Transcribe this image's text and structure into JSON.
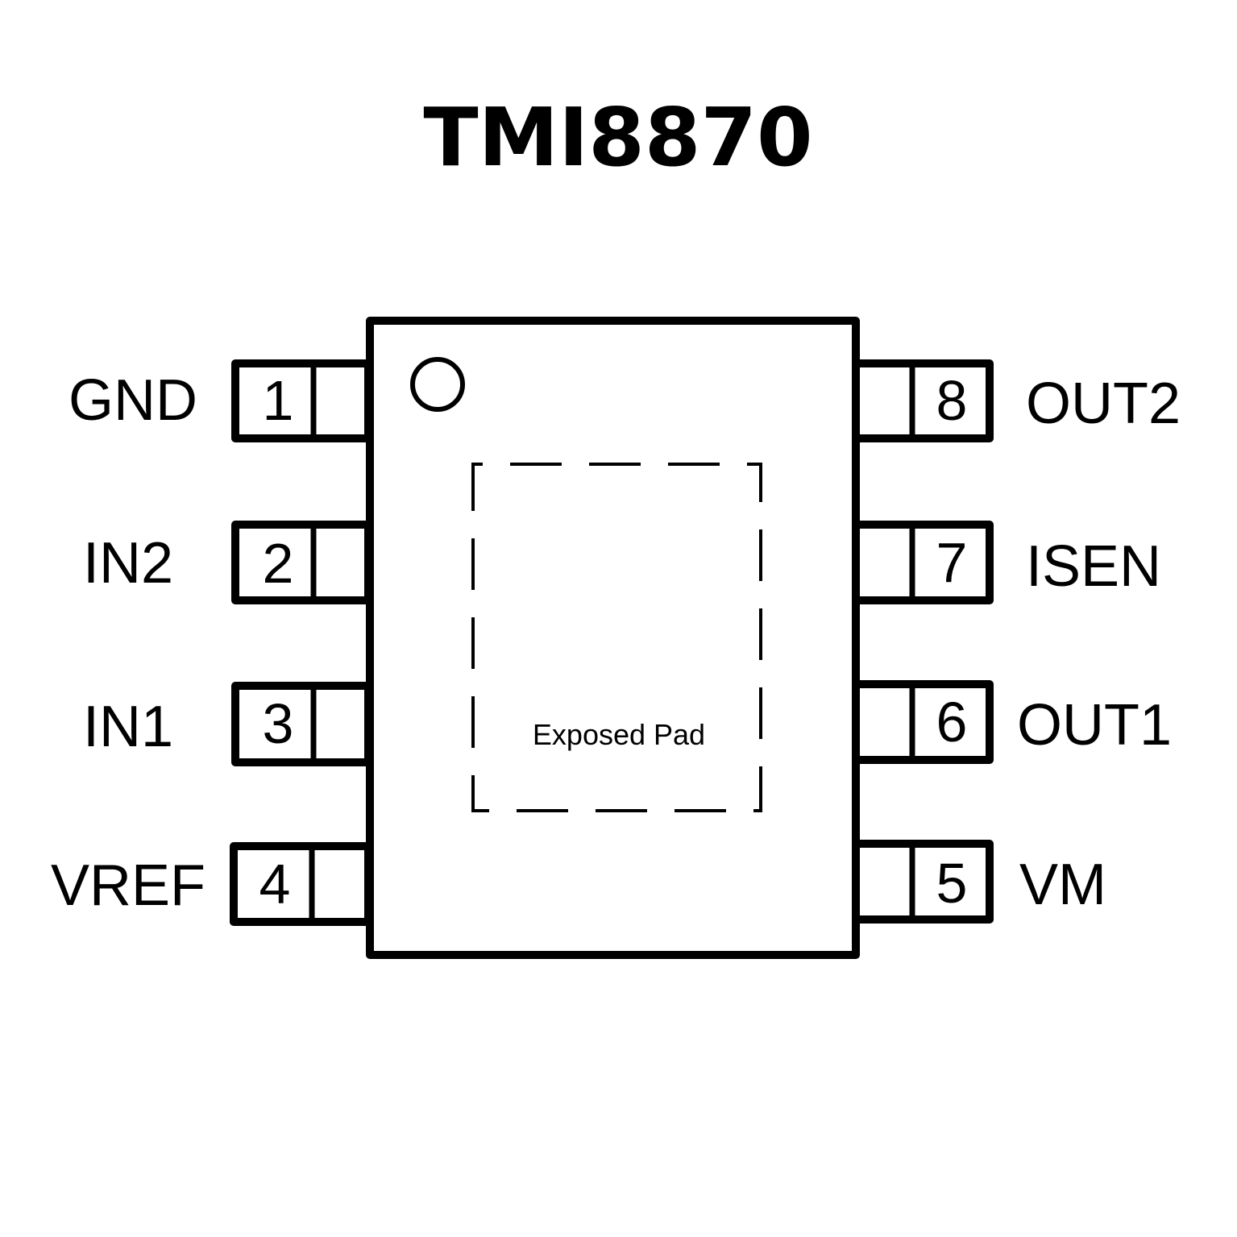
{
  "title": "TMI8870",
  "package": {
    "pin1_marker": "circle",
    "exposed_pad_label": "Exposed Pad"
  },
  "pins_left": [
    {
      "number": "1",
      "name": "GND"
    },
    {
      "number": "2",
      "name": "IN2"
    },
    {
      "number": "3",
      "name": "IN1"
    },
    {
      "number": "4",
      "name": "VREF"
    }
  ],
  "pins_right": [
    {
      "number": "8",
      "name": "OUT2"
    },
    {
      "number": "7",
      "name": "ISEN"
    },
    {
      "number": "6",
      "name": "OUT1"
    },
    {
      "number": "5",
      "name": "VM"
    }
  ],
  "colors": {
    "stroke": "#000000",
    "background": "#ffffff"
  }
}
